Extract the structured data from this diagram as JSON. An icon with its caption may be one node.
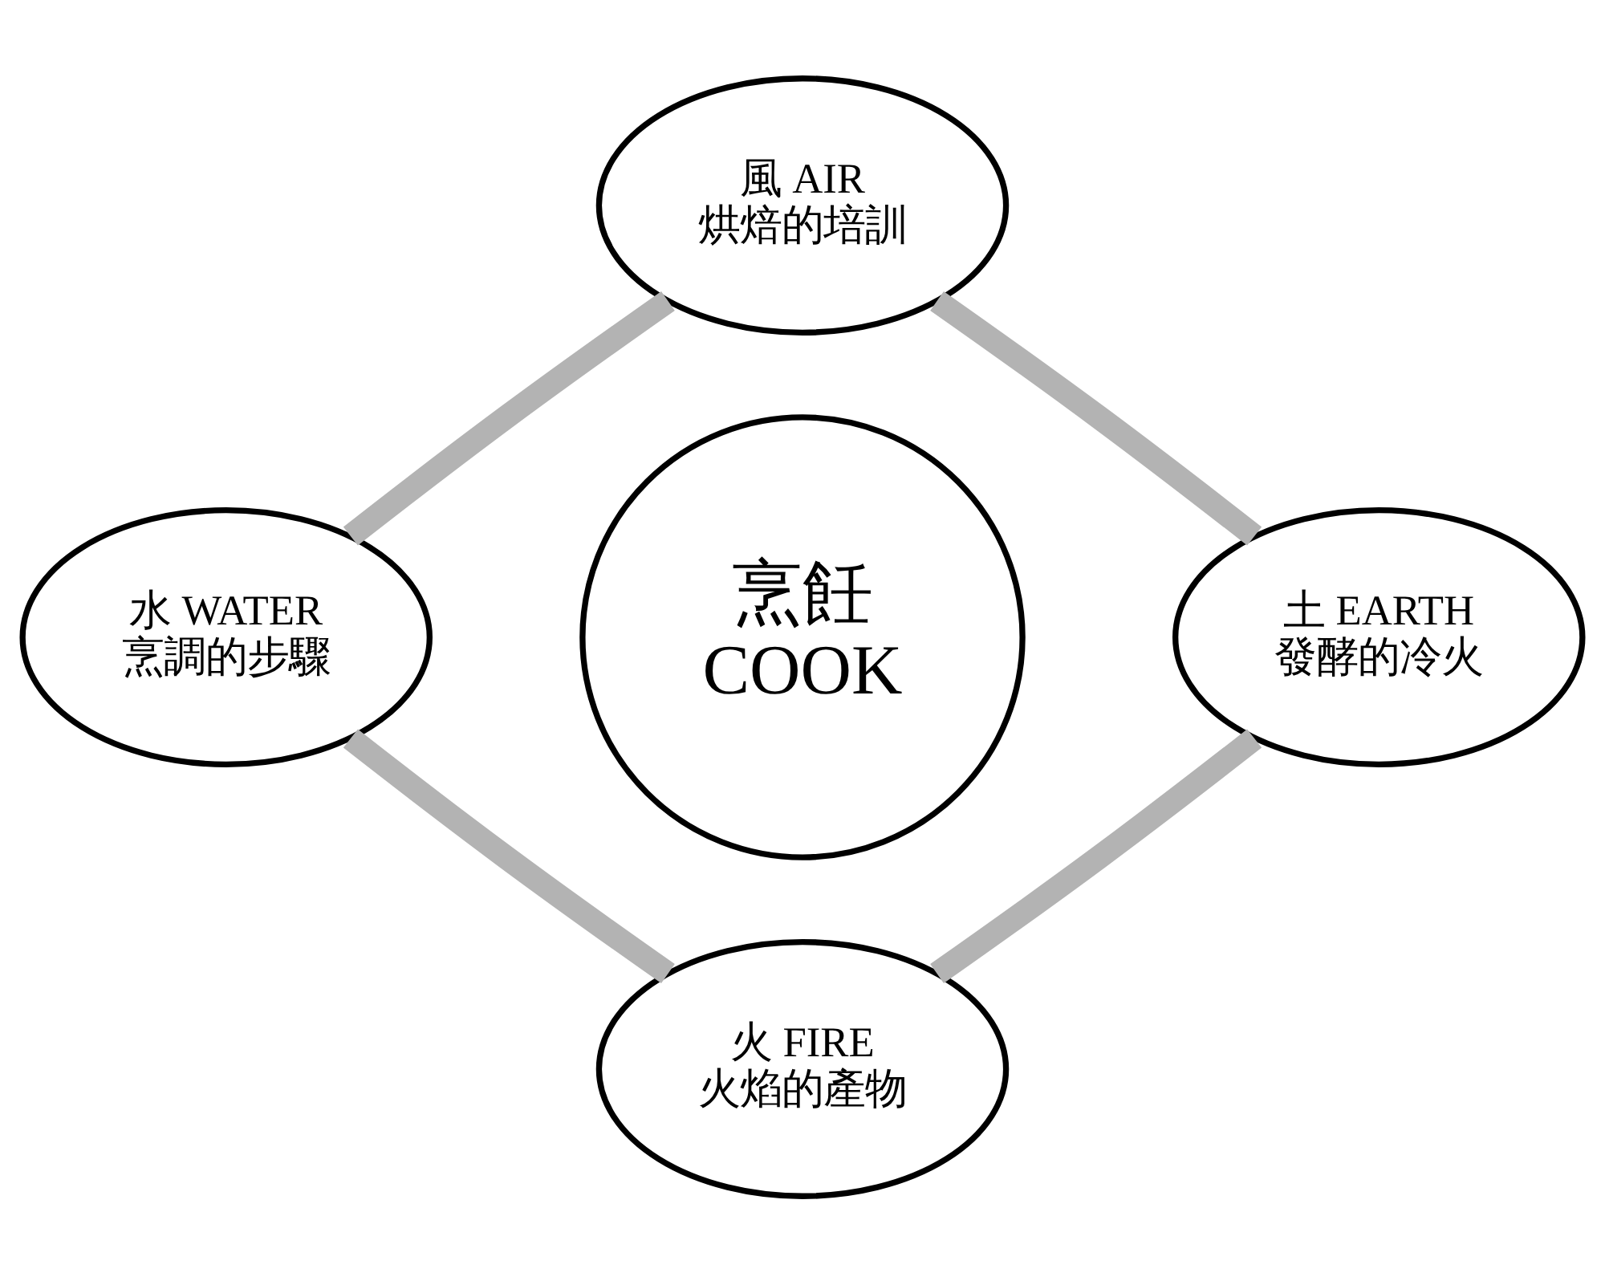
{
  "diagram": {
    "nodes": [
      {
        "text": [
          "風 AIR",
          "烘焙的培訓"
        ]
      },
      {
        "text": [
          "水 WATER",
          "烹調的步驟"
        ]
      },
      {
        "text": [
          "烹飪",
          "COOK"
        ]
      },
      {
        "text": [
          "土 EARTH",
          "發酵的冷火"
        ]
      },
      {
        "text": [
          "火 FIRE",
          "火焰的產物"
        ]
      }
    ],
    "edges": [
      {
        "from": 0,
        "to": 3,
        "arrow": "none"
      },
      {
        "from": 3,
        "to": 4,
        "arrow": "none"
      },
      {
        "from": 4,
        "to": 1,
        "arrow": "none"
      },
      {
        "from": 1,
        "to": 0,
        "arrow": "none"
      }
    ]
  }
}
